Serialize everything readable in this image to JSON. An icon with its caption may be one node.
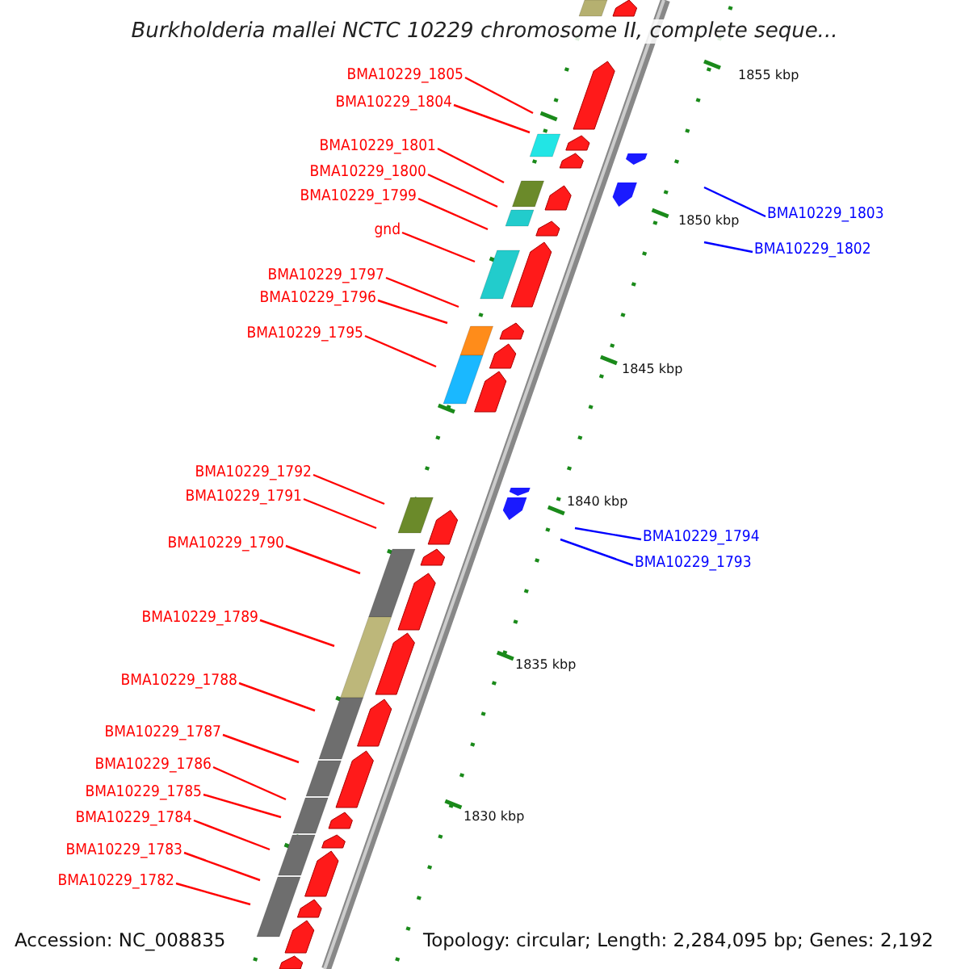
{
  "diagram": {
    "title": "Burkholderia mallei NCTC 10229 chromosome II, complete seque...",
    "nodes": [
      {
        "text": [
          "BMA10229_1805"
        ]
      },
      {
        "text": [
          "BMA10229_1804"
        ]
      },
      {
        "text": [
          "BMA10229_1801"
        ]
      },
      {
        "text": [
          "BMA10229_1800"
        ]
      },
      {
        "text": [
          "BMA10229_1799"
        ]
      },
      {
        "text": [
          "BMA10229_1803"
        ]
      },
      {
        "text": [
          "gnd"
        ]
      },
      {
        "text": [
          "BMA10229_1802"
        ]
      },
      {
        "text": [
          "BMA10229_1797"
        ]
      },
      {
        "text": [
          "BMA10229_1796"
        ]
      },
      {
        "text": [
          "BMA10229_1795"
        ]
      },
      {
        "text": [
          "BMA10229_1792"
        ]
      },
      {
        "text": [
          "BMA10229_1791"
        ]
      },
      {
        "text": [
          "BMA10229_1794"
        ]
      },
      {
        "text": [
          "BMA10229_1790"
        ]
      },
      {
        "text": [
          "BMA10229_1793"
        ]
      },
      {
        "text": [
          "BMA10229_1789"
        ]
      },
      {
        "text": [
          "BMA10229_1788"
        ]
      },
      {
        "text": [
          "BMA10229_1787"
        ]
      },
      {
        "text": [
          "BMA10229_1786"
        ]
      },
      {
        "text": [
          "BMA10229_1785"
        ]
      },
      {
        "text": [
          "BMA10229_1784"
        ]
      },
      {
        "text": [
          "BMA10229_1783"
        ]
      },
      {
        "text": [
          "BMA10229_1782"
        ]
      }
    ],
    "edges": [
      {
        "from": 0,
        "to": null,
        "arrow": "none"
      },
      {
        "from": 1,
        "to": null,
        "arrow": "none"
      },
      {
        "from": 2,
        "to": null,
        "arrow": "none"
      },
      {
        "from": 3,
        "to": null,
        "arrow": "none"
      },
      {
        "from": 4,
        "to": null,
        "arrow": "none"
      },
      {
        "from": 5,
        "to": null,
        "arrow": "none",
        "color": "#0000ff"
      },
      {
        "from": 6,
        "to": null,
        "arrow": "none"
      },
      {
        "from": 7,
        "to": null,
        "arrow": "none",
        "color": "#0000ff"
      },
      {
        "from": 8,
        "to": null,
        "arrow": "none"
      },
      {
        "from": 9,
        "to": null,
        "arrow": "none"
      },
      {
        "from": 10,
        "to": null,
        "arrow": "none"
      },
      {
        "from": 11,
        "to": null,
        "arrow": "none"
      },
      {
        "from": 12,
        "to": null,
        "arrow": "none"
      },
      {
        "from": 13,
        "to": null,
        "arrow": "none",
        "color": "#0000ff"
      },
      {
        "from": 14,
        "to": null,
        "arrow": "none"
      },
      {
        "from": 15,
        "to": null,
        "arrow": "none",
        "color": "#0000ff"
      },
      {
        "from": 16,
        "to": null,
        "arrow": "none"
      },
      {
        "from": 17,
        "to": null,
        "arrow": "none"
      },
      {
        "from": 18,
        "to": null,
        "arrow": "none"
      },
      {
        "from": 19,
        "to": null,
        "arrow": "none"
      },
      {
        "from": 20,
        "to": null,
        "arrow": "none"
      },
      {
        "from": 21,
        "to": null,
        "arrow": "none"
      },
      {
        "from": 22,
        "to": null,
        "arrow": "none"
      },
      {
        "from": 23,
        "to": null,
        "arrow": "none"
      }
    ],
    "labels": [
      "1855 kbp",
      "1850 kbp",
      "1845 kbp",
      "1840 kbp",
      "1835 kbp",
      "1830 kbp",
      "Accession: NC_008835",
      "Topology: circular; Length: 2,284,095 bp; Genes: 2,192"
    ]
  }
}
